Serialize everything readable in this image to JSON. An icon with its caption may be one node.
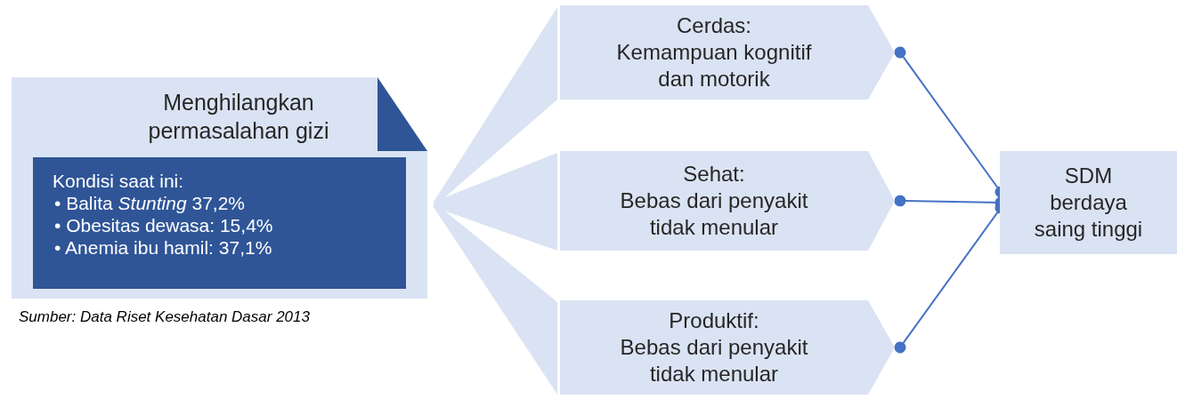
{
  "diagram": {
    "nodes": [
      {
        "text": [
          "Menghilangkan permasalahan gizi"
        ],
        "beside": [
          "Sumber: Data Riset Kesehatan Dasar 2013"
        ]
      },
      {
        "text": [
          "Kondisi saat ini:",
          "• Balita *Stunting* 37,2%",
          "• Obesitas dewasa: 15,4%",
          "• Anemia ibu hamil: 37,1%"
        ],
        "in": 0
      },
      {
        "text": [
          "Cerdas:",
          "Kemampuan kognitif dan motorik"
        ]
      },
      {
        "text": [
          "Sehat:",
          "Bebas dari penyakit tidak menular"
        ]
      },
      {
        "text": [
          "Produktif:",
          "Bebas dari penyakit tidak menular"
        ]
      },
      {
        "text": [
          "SDM berdaya saing tinggi"
        ]
      }
    ],
    "edges": [
      {
        "from": 0,
        "to": 2,
        "arrow": "none",
        "style": "thick",
        "color": "#dae3f3"
      },
      {
        "from": 0,
        "to": 3,
        "arrow": "none",
        "style": "thick",
        "color": "#dae3f3"
      },
      {
        "from": 0,
        "to": 4,
        "arrow": "none",
        "style": "thick",
        "color": "#dae3f3"
      },
      {
        "from": 2,
        "to": 5,
        "arrow": "other"
      },
      {
        "from": 3,
        "to": 5,
        "arrow": "other"
      },
      {
        "from": 4,
        "to": 5,
        "arrow": "other"
      }
    ]
  }
}
